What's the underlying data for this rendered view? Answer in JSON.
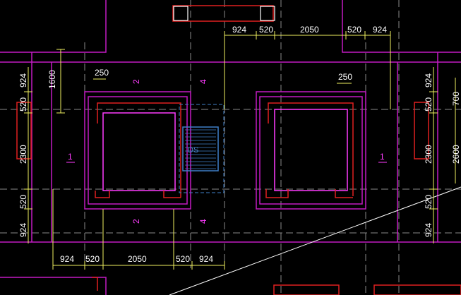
{
  "drawing": {
    "background": "#000000",
    "colors": {
      "wall": "#c21bc2",
      "wall_bright": "#ff3cff",
      "column": "#e02020",
      "dimension": "#f0f060",
      "grid": "#8a8a8a",
      "blue": "#3f7fc8",
      "text": "#ffffff"
    },
    "dims_top": [
      "924",
      "520",
      "2050",
      "520",
      "924"
    ],
    "dims_bottom": [
      "924",
      "520",
      "2050",
      "520",
      "924"
    ],
    "dims_left": [
      "924",
      "520",
      "2300",
      "520",
      "924"
    ],
    "dims_right": [
      "924",
      "520",
      "2300",
      "520",
      "924"
    ],
    "label_1600": "1600",
    "label_250_left": "250",
    "label_250_right": "250",
    "label_700": "700",
    "label_2600": "2600",
    "room_label_left": "1",
    "room_label_right": "1",
    "mark_2_top": "2",
    "mark_2_bottom": "2",
    "mark_4_top": "4",
    "mark_4_bottom": "4",
    "blue_label": "DS"
  }
}
